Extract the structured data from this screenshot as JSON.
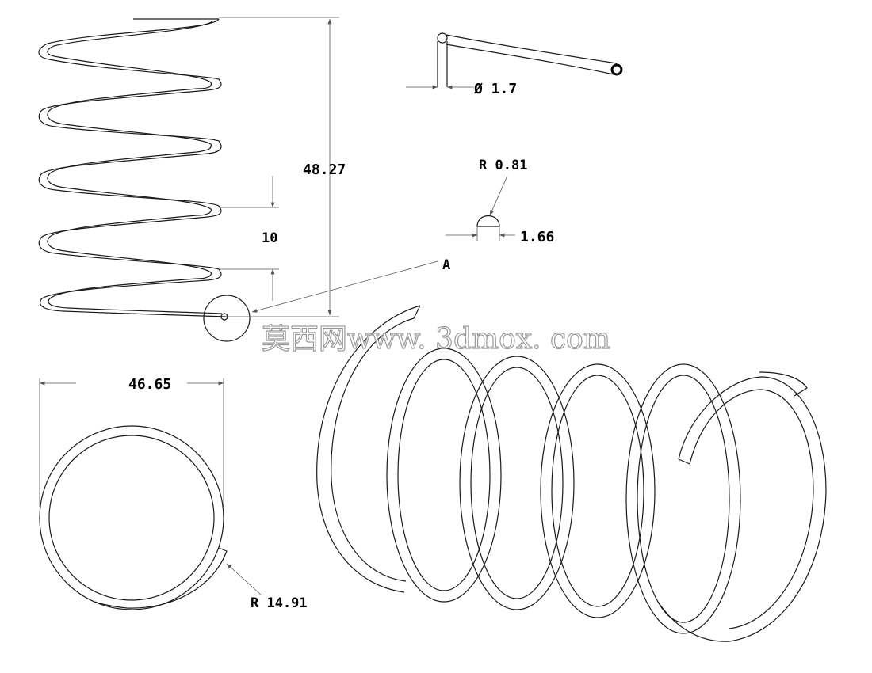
{
  "dimensions": {
    "height": "48.27",
    "pitch": "10",
    "outer_diameter": "46.65",
    "wire_diameter": "Ø 1.7",
    "end_radius": "R 0.81",
    "end_width": "1.66",
    "coil_radius": "R 14.91",
    "detail_label": "A"
  },
  "watermark": "莫西网www. 3dmox. com",
  "colors": {
    "line": "#1a1a1a",
    "dimension": "#555555",
    "watermark_stroke": "#9a9a9a"
  }
}
